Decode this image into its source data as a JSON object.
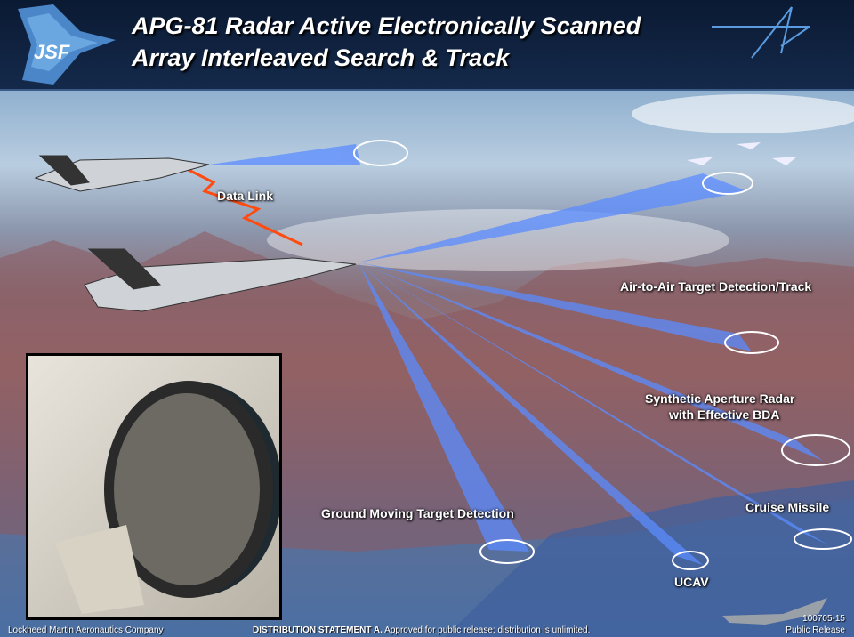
{
  "header": {
    "title_line1": "APG-81 Radar Active Electronically Scanned",
    "title_line2": "Array Interleaved Search & Track",
    "logo_left": "JSF",
    "logo_right": "lockheed-martin-star-icon"
  },
  "labels": {
    "data_link": "Data Link",
    "air_to_air": "Air-to-Air Target Detection/Track",
    "sar_line1": "Synthetic Aperture Radar",
    "sar_line2": "with Effective BDA",
    "cruise_missile": "Cruise Missile",
    "ground_moving": "Ground Moving Target Detection",
    "ucav": "UCAV"
  },
  "footer": {
    "company": "Lockheed Martin Aeronautics Company",
    "distribution_bold": "DISTRIBUTION STATEMENT A.",
    "distribution_rest": " Approved for public release; distribution is unlimited.",
    "doc_id": "100705-15",
    "release": "Public Release"
  },
  "colors": {
    "beam": "#5b8cff",
    "header": "#0f2140"
  }
}
